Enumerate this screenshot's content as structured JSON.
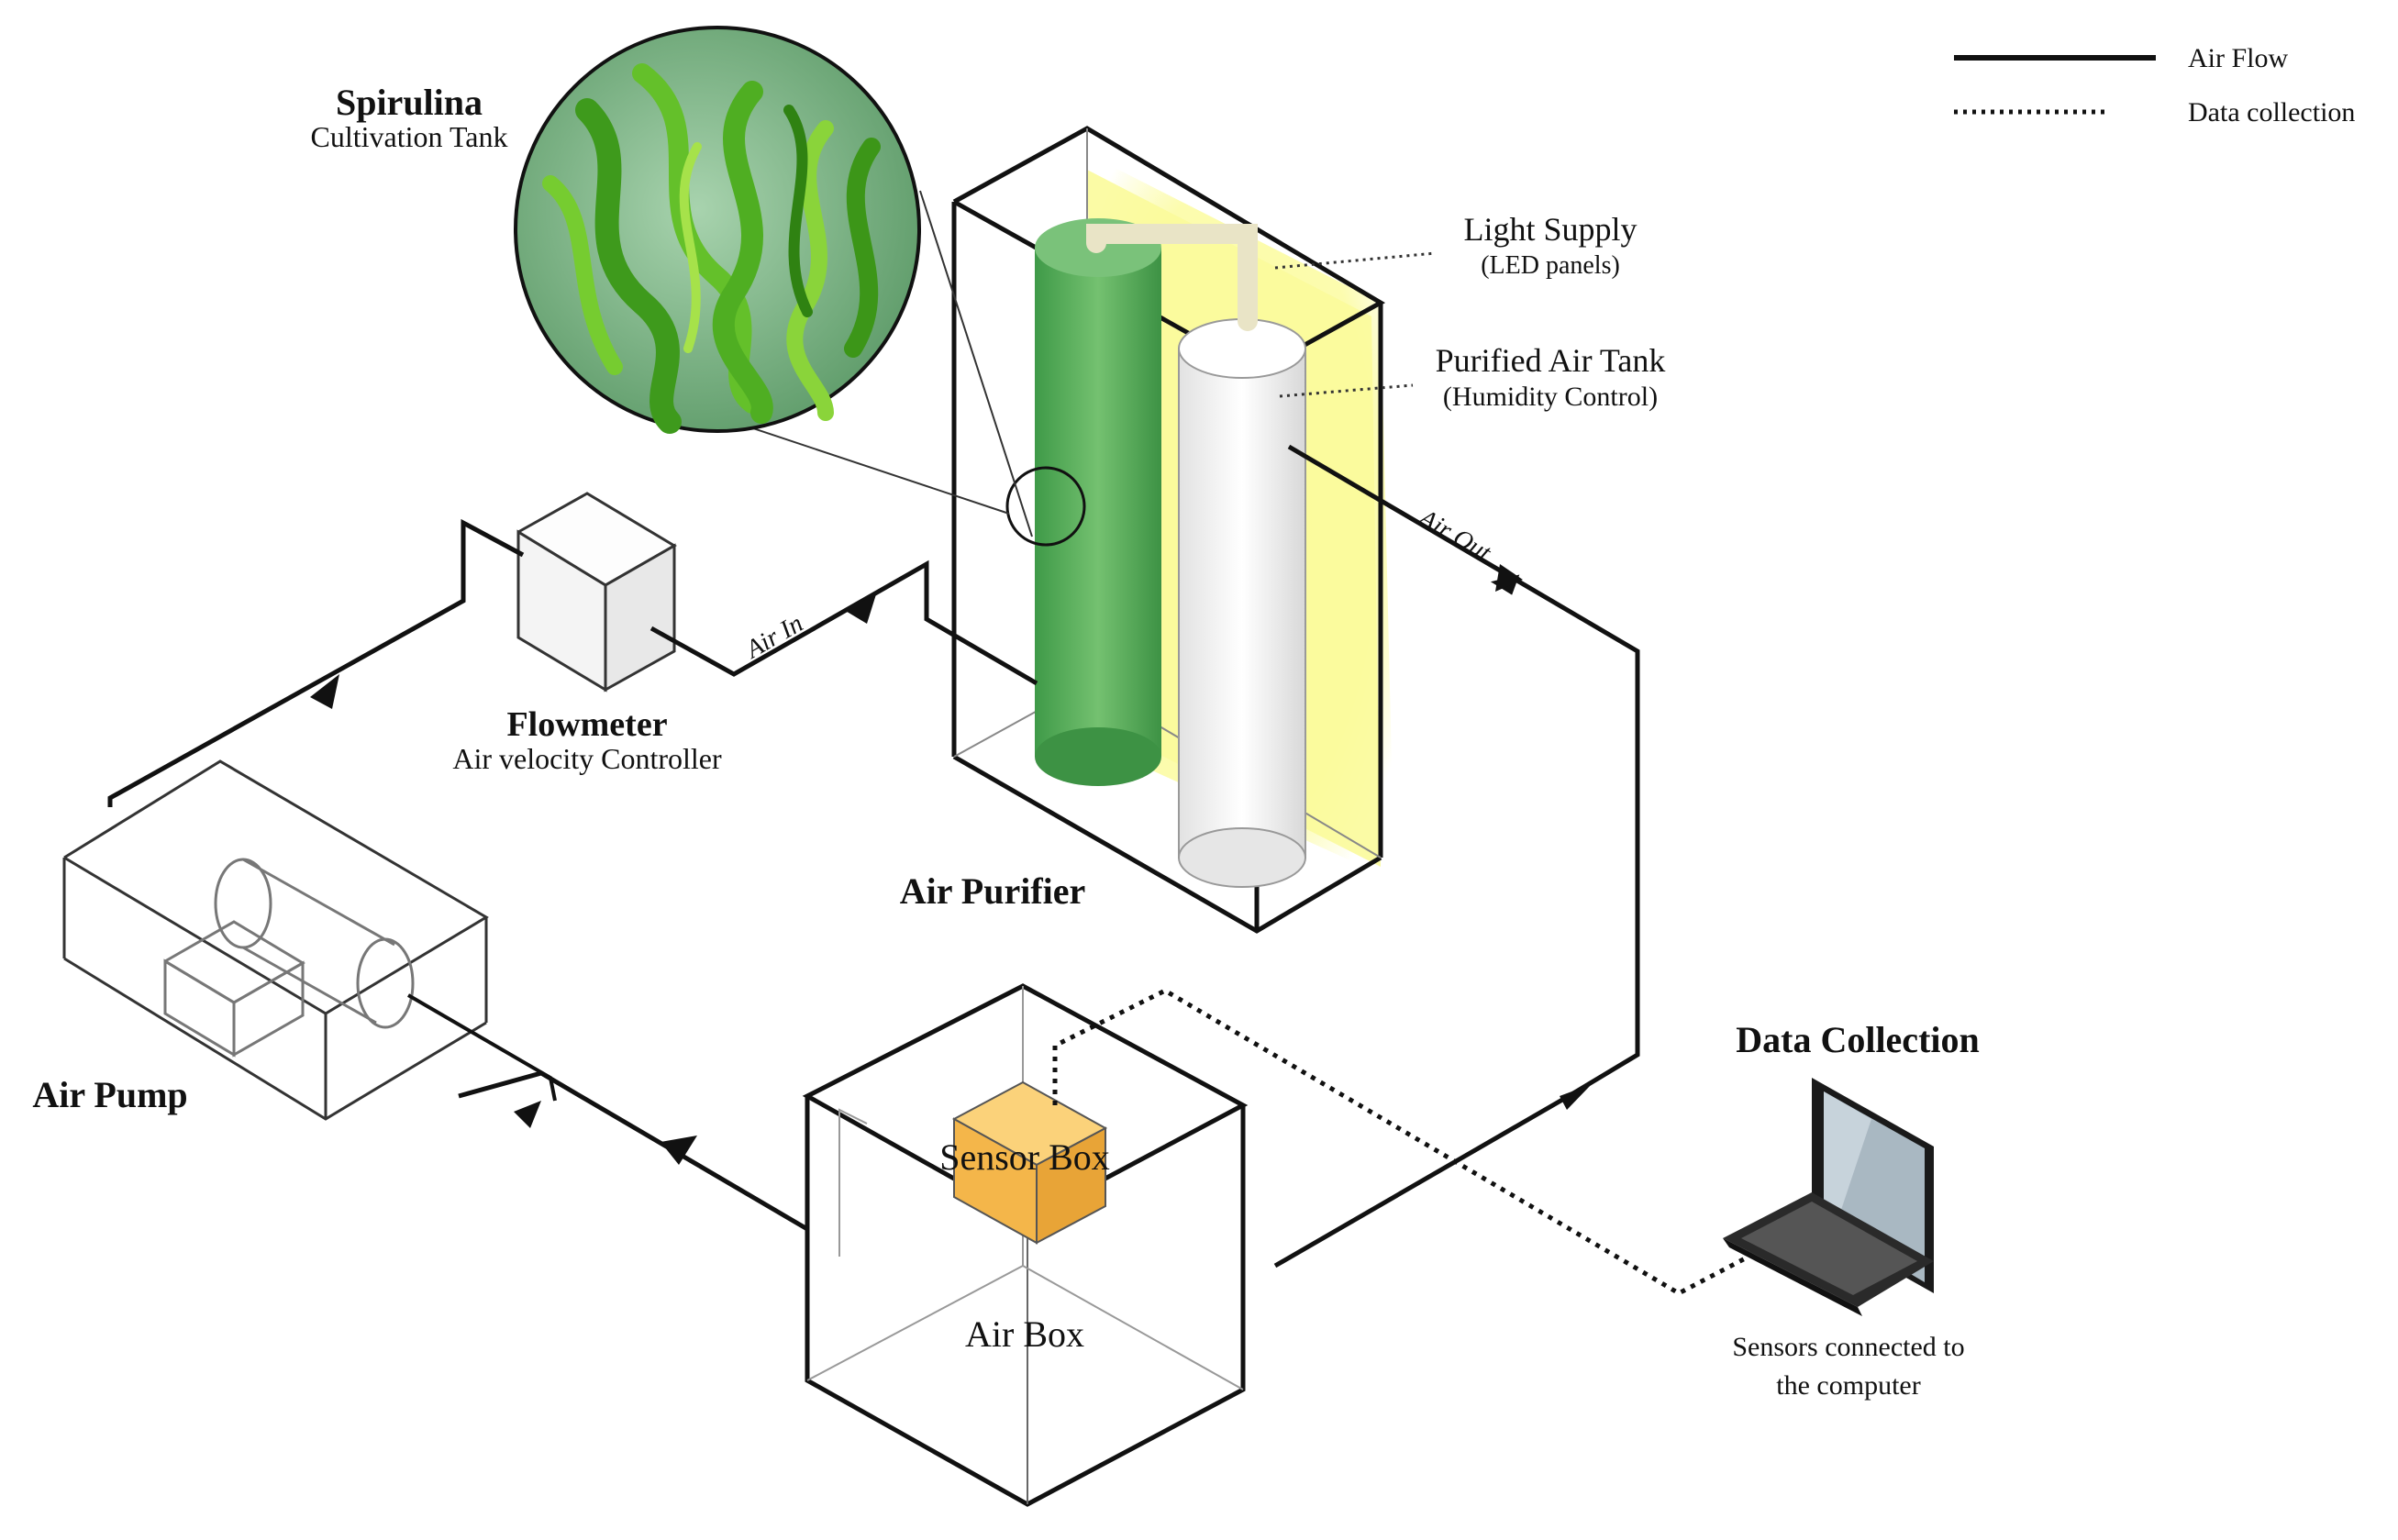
{
  "legend": {
    "air_flow": "Air Flow",
    "data_collection": "Data collection"
  },
  "labels": {
    "spirulina_title": "Spirulina",
    "spirulina_sub": "Cultivation Tank",
    "light_supply": "Light Supply",
    "light_supply_sub": "(LED panels)",
    "purified_tank": "Purified Air Tank",
    "purified_tank_sub": "(Humidity Control)",
    "air_out": "Air Out",
    "air_in": "Air In",
    "flowmeter": "Flowmeter",
    "flowmeter_sub": "Air velocity Controller",
    "air_purifier": "Air Purifier",
    "air_pump": "Air Pump",
    "sensor_box": "Sensor Box",
    "air_box": "Air Box",
    "data_collection_title": "Data Collection",
    "computer_note_1": "Sensors connected to",
    "computer_note_2": "the computer"
  },
  "colors": {
    "line": "#111111",
    "box_line": "#666666",
    "tank_green": "#5fae5f",
    "led_yellow": "#fbfb9b",
    "sensor_orange": "#f5c25c",
    "spirulina_bg": "#7fb48a"
  }
}
